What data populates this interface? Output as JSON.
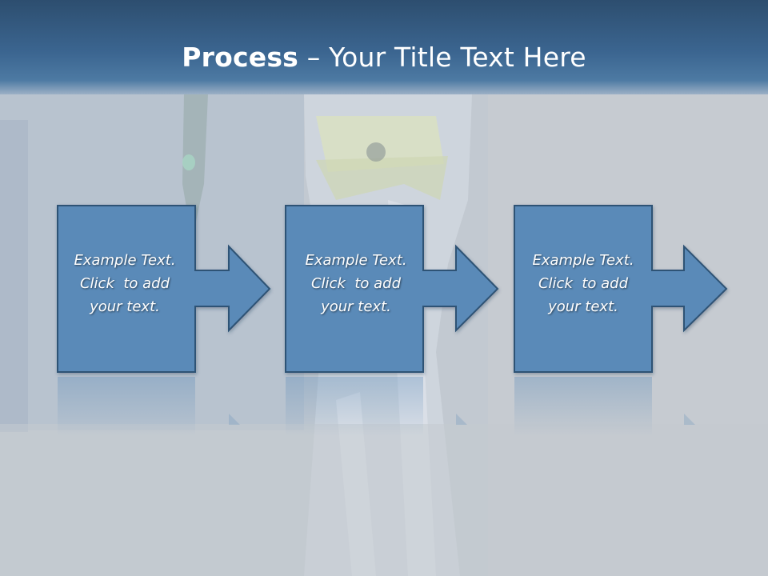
{
  "title": {
    "bold": "Process",
    "rest": " – Your Title Text Here"
  },
  "steps": [
    {
      "lines": [
        "Example Text.",
        "Click  to add",
        "your text."
      ]
    },
    {
      "lines": [
        "Example Text.",
        "Click  to add",
        "your text."
      ]
    },
    {
      "lines": [
        "Example Text.",
        "Click  to add",
        "your text."
      ]
    }
  ],
  "colors": {
    "box_fill": "#5a8ab8",
    "box_stroke": "#2f5275",
    "header": "#3b6590",
    "text": "#ffffff"
  }
}
